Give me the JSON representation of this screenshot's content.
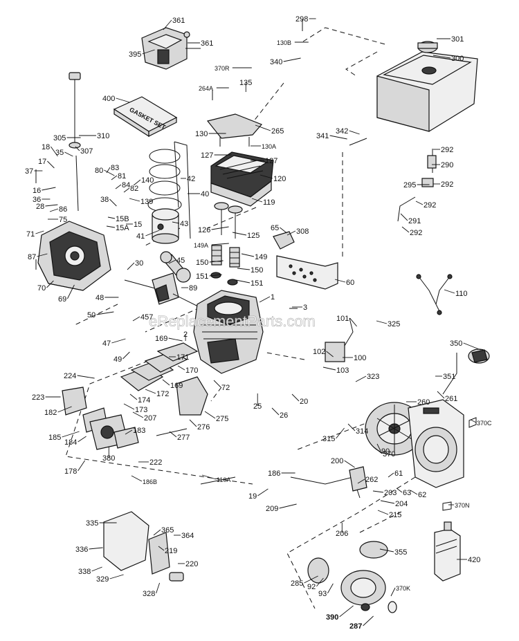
{
  "watermark": "eReplacementParts.com",
  "gasket_set_text": "GASKET SET",
  "callouts": [
    {
      "id": "361a",
      "text": "361"
    },
    {
      "id": "361b",
      "text": "361"
    },
    {
      "id": "395",
      "text": "395"
    },
    {
      "id": "298",
      "text": "298"
    },
    {
      "id": "130B",
      "text": "130B"
    },
    {
      "id": "340",
      "text": "340"
    },
    {
      "id": "301",
      "text": "301"
    },
    {
      "id": "300",
      "text": "300"
    },
    {
      "id": "370R",
      "text": "370R"
    },
    {
      "id": "135",
      "text": "135"
    },
    {
      "id": "264A",
      "text": "264A"
    },
    {
      "id": "400",
      "text": "400"
    },
    {
      "id": "265",
      "text": "265"
    },
    {
      "id": "310",
      "text": "310"
    },
    {
      "id": "305",
      "text": "305"
    },
    {
      "id": "307",
      "text": "307"
    },
    {
      "id": "130",
      "text": "130"
    },
    {
      "id": "130A",
      "text": "130A"
    },
    {
      "id": "127a",
      "text": "127"
    },
    {
      "id": "127b",
      "text": "127"
    },
    {
      "id": "341",
      "text": "341"
    },
    {
      "id": "342",
      "text": "342"
    },
    {
      "id": "292a",
      "text": "292"
    },
    {
      "id": "290",
      "text": "290"
    },
    {
      "id": "292b",
      "text": "292"
    },
    {
      "id": "295",
      "text": "295"
    },
    {
      "id": "292c",
      "text": "292"
    },
    {
      "id": "291",
      "text": "291"
    },
    {
      "id": "292d",
      "text": "292"
    },
    {
      "id": "18",
      "text": "18"
    },
    {
      "id": "35",
      "text": "35"
    },
    {
      "id": "17",
      "text": "17"
    },
    {
      "id": "37",
      "text": "37"
    },
    {
      "id": "16",
      "text": "16"
    },
    {
      "id": "36",
      "text": "36"
    },
    {
      "id": "28",
      "text": "28"
    },
    {
      "id": "86",
      "text": "86"
    },
    {
      "id": "75",
      "text": "75"
    },
    {
      "id": "71",
      "text": "71"
    },
    {
      "id": "80",
      "text": "80"
    },
    {
      "id": "83",
      "text": "83"
    },
    {
      "id": "81",
      "text": "81"
    },
    {
      "id": "84",
      "text": "84"
    },
    {
      "id": "82",
      "text": "82"
    },
    {
      "id": "140",
      "text": "140"
    },
    {
      "id": "139",
      "text": "139"
    },
    {
      "id": "42",
      "text": "42"
    },
    {
      "id": "40",
      "text": "40"
    },
    {
      "id": "120",
      "text": "120"
    },
    {
      "id": "119",
      "text": "119"
    },
    {
      "id": "38",
      "text": "38"
    },
    {
      "id": "15B",
      "text": "15B"
    },
    {
      "id": "15A",
      "text": "15A"
    },
    {
      "id": "15",
      "text": "15"
    },
    {
      "id": "41",
      "text": "41"
    },
    {
      "id": "43",
      "text": "43"
    },
    {
      "id": "126",
      "text": "126"
    },
    {
      "id": "125",
      "text": "125"
    },
    {
      "id": "65",
      "text": "65"
    },
    {
      "id": "308",
      "text": "308"
    },
    {
      "id": "149A",
      "text": "149A"
    },
    {
      "id": "149",
      "text": "149"
    },
    {
      "id": "150a",
      "text": "150"
    },
    {
      "id": "150b",
      "text": "150"
    },
    {
      "id": "151a",
      "text": "151"
    },
    {
      "id": "151b",
      "text": "151"
    },
    {
      "id": "60",
      "text": "60"
    },
    {
      "id": "87",
      "text": "87"
    },
    {
      "id": "70",
      "text": "70"
    },
    {
      "id": "69",
      "text": "69"
    },
    {
      "id": "30",
      "text": "30"
    },
    {
      "id": "45",
      "text": "45"
    },
    {
      "id": "89",
      "text": "89"
    },
    {
      "id": "48",
      "text": "48"
    },
    {
      "id": "1",
      "text": "1"
    },
    {
      "id": "110",
      "text": "110"
    },
    {
      "id": "50",
      "text": "50"
    },
    {
      "id": "457",
      "text": "457"
    },
    {
      "id": "3",
      "text": "3"
    },
    {
      "id": "101",
      "text": "101"
    },
    {
      "id": "325",
      "text": "325"
    },
    {
      "id": "47",
      "text": "47"
    },
    {
      "id": "169a",
      "text": "169"
    },
    {
      "id": "2",
      "text": "2"
    },
    {
      "id": "49",
      "text": "49"
    },
    {
      "id": "350",
      "text": "350"
    },
    {
      "id": "102",
      "text": "102"
    },
    {
      "id": "100",
      "text": "100"
    },
    {
      "id": "103",
      "text": "103"
    },
    {
      "id": "224",
      "text": "224"
    },
    {
      "id": "171",
      "text": "171"
    },
    {
      "id": "170",
      "text": "170"
    },
    {
      "id": "169b",
      "text": "169"
    },
    {
      "id": "72",
      "text": "72"
    },
    {
      "id": "323",
      "text": "323"
    },
    {
      "id": "351",
      "text": "351"
    },
    {
      "id": "223",
      "text": "223"
    },
    {
      "id": "174",
      "text": "174"
    },
    {
      "id": "172",
      "text": "172"
    },
    {
      "id": "25",
      "text": "25"
    },
    {
      "id": "20",
      "text": "20"
    },
    {
      "id": "261",
      "text": "261"
    },
    {
      "id": "173",
      "text": "173"
    },
    {
      "id": "260",
      "text": "260"
    },
    {
      "id": "182",
      "text": "182"
    },
    {
      "id": "207",
      "text": "207"
    },
    {
      "id": "275",
      "text": "275"
    },
    {
      "id": "26",
      "text": "26"
    },
    {
      "id": "370C",
      "text": "370C"
    },
    {
      "id": "185",
      "text": "185"
    },
    {
      "id": "184",
      "text": "184"
    },
    {
      "id": "183",
      "text": "183"
    },
    {
      "id": "276",
      "text": "276"
    },
    {
      "id": "277",
      "text": "277"
    },
    {
      "id": "315",
      "text": "315"
    },
    {
      "id": "314",
      "text": "314"
    },
    {
      "id": "90",
      "text": "90"
    },
    {
      "id": "370",
      "text": "370"
    },
    {
      "id": "380",
      "text": "380"
    },
    {
      "id": "222",
      "text": "222"
    },
    {
      "id": "178",
      "text": "178"
    },
    {
      "id": "200",
      "text": "200"
    },
    {
      "id": "186B",
      "text": "186B"
    },
    {
      "id": "110A",
      "text": "110A"
    },
    {
      "id": "186",
      "text": "186"
    },
    {
      "id": "61",
      "text": "61"
    },
    {
      "id": "262",
      "text": "262"
    },
    {
      "id": "203",
      "text": "203"
    },
    {
      "id": "63",
      "text": "63"
    },
    {
      "id": "62",
      "text": "62"
    },
    {
      "id": "19",
      "text": "19"
    },
    {
      "id": "209",
      "text": "209"
    },
    {
      "id": "204",
      "text": "204"
    },
    {
      "id": "215",
      "text": "215"
    },
    {
      "id": "370N",
      "text": "370N"
    },
    {
      "id": "335",
      "text": "335"
    },
    {
      "id": "206",
      "text": "206"
    },
    {
      "id": "365",
      "text": "365"
    },
    {
      "id": "364",
      "text": "364"
    },
    {
      "id": "355",
      "text": "355"
    },
    {
      "id": "336",
      "text": "336"
    },
    {
      "id": "219",
      "text": "219"
    },
    {
      "id": "220",
      "text": "220"
    },
    {
      "id": "420",
      "text": "420"
    },
    {
      "id": "338",
      "text": "338"
    },
    {
      "id": "329",
      "text": "329"
    },
    {
      "id": "285",
      "text": "285"
    },
    {
      "id": "92",
      "text": "92"
    },
    {
      "id": "93",
      "text": "93"
    },
    {
      "id": "370K",
      "text": "370K"
    },
    {
      "id": "328",
      "text": "328"
    },
    {
      "id": "390",
      "text": "390"
    },
    {
      "id": "287",
      "text": "287"
    }
  ]
}
